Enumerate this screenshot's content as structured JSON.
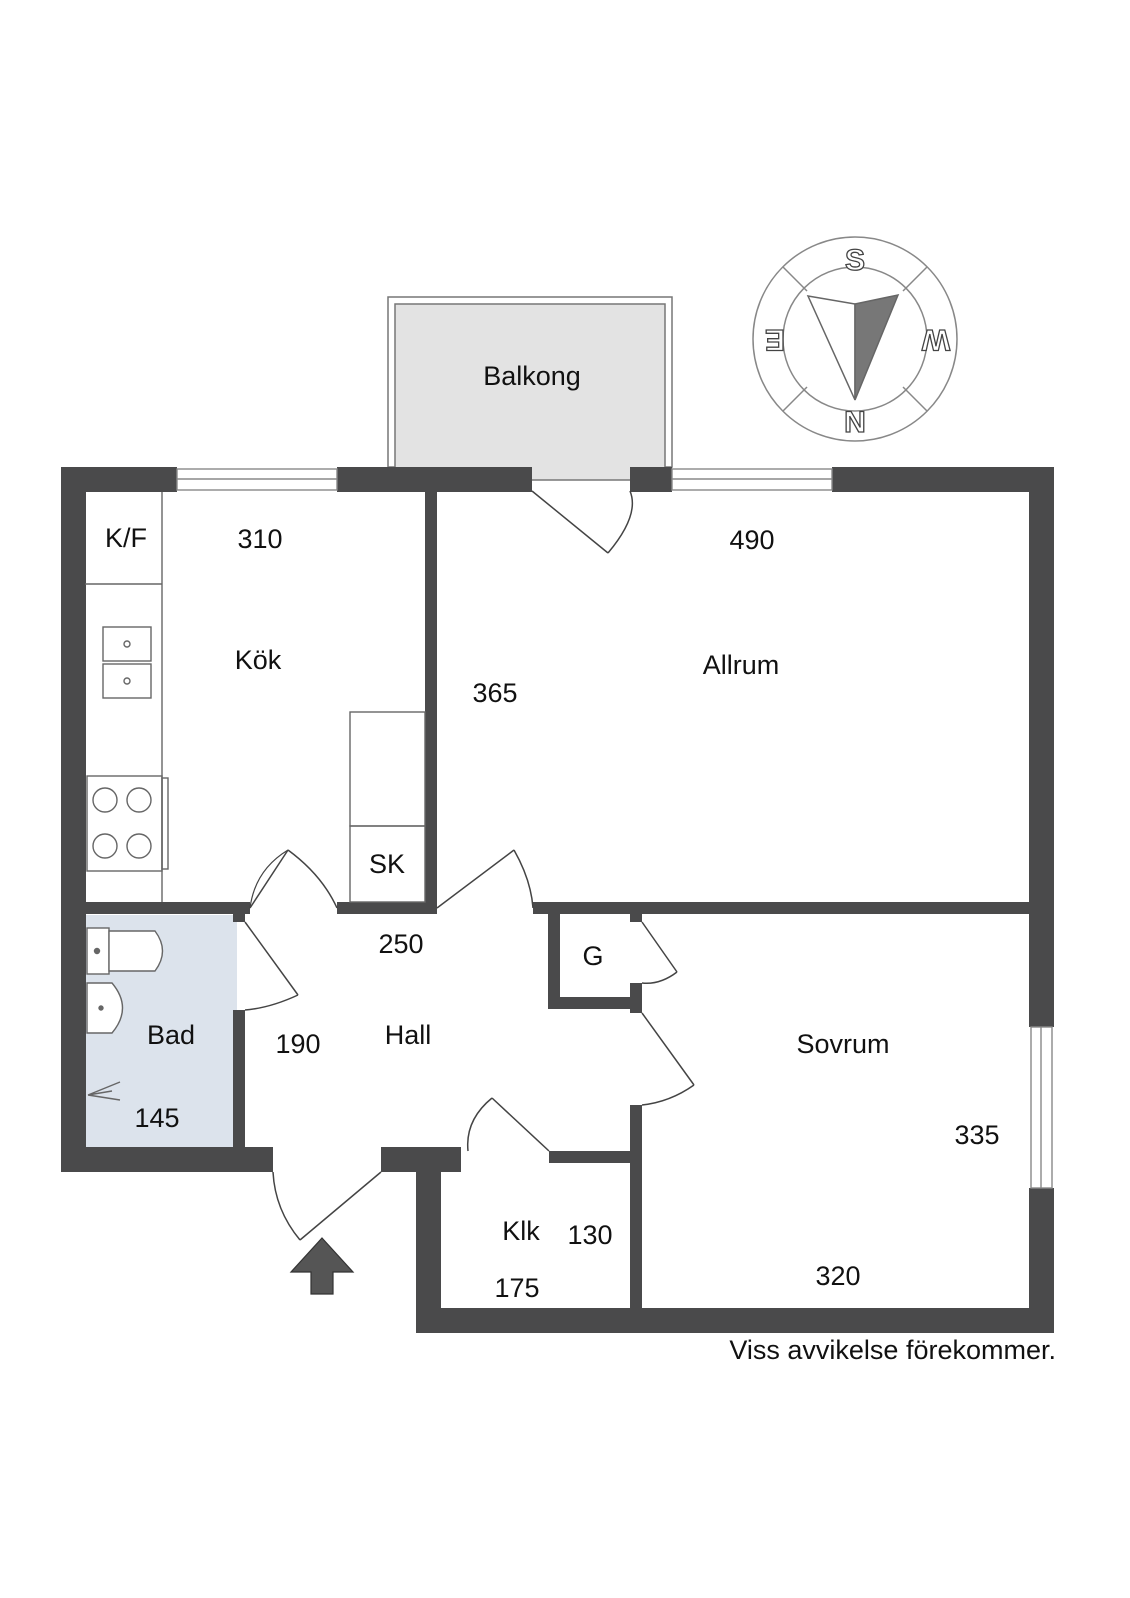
{
  "rooms": {
    "balkong": "Balkong",
    "kf": "K/F",
    "kok": "Kök",
    "sk": "SK",
    "allrum": "Allrum",
    "bad": "Bad",
    "hall": "Hall",
    "g": "G",
    "sovrum": "Sovrum",
    "klk": "Klk"
  },
  "dimensions": {
    "kok_width": "310",
    "allrum_width": "490",
    "allrum_depth": "365",
    "hall_width": "250",
    "hall_depth": "190",
    "bad_width": "145",
    "sovrum_depth": "335",
    "sovrum_width": "320",
    "klk_depth": "130",
    "klk_width": "175"
  },
  "compass": {
    "s": "S",
    "w": "W",
    "n": "N",
    "e": "E"
  },
  "footer_note": "Viss avvikelse förekommer.",
  "colors": {
    "wall": "#4a4a4b",
    "balcony": "#e3e3e3",
    "bathroom": "#dce3ec",
    "arrow": "#555555"
  }
}
